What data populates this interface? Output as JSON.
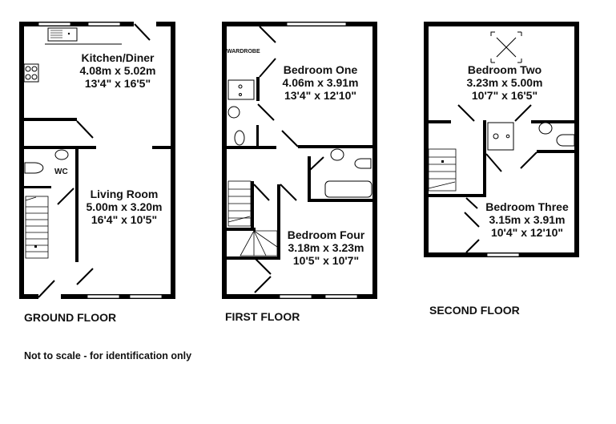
{
  "floors": [
    {
      "name": "GROUND FLOOR",
      "rooms": [
        {
          "name": "Kitchen/Diner",
          "metric": "4.08m x 5.02m",
          "imperial": "13'4\" x 16'5\""
        },
        {
          "name": "WC"
        },
        {
          "name": "Living Room",
          "metric": "5.00m x 3.20m",
          "imperial": "16'4\" x 10'5\""
        }
      ]
    },
    {
      "name": "FIRST FLOOR",
      "rooms": [
        {
          "name": "Bedroom One",
          "metric": "4.06m x 3.91m",
          "imperial": "13'4\" x 12'10\""
        },
        {
          "name": "WARDROBE"
        },
        {
          "name": "Bedroom Four",
          "metric": "3.18m x 3.23m",
          "imperial": "10'5\" x 10'7\""
        }
      ]
    },
    {
      "name": "SECOND FLOOR",
      "rooms": [
        {
          "name": "Bedroom Two",
          "metric": "3.23m x 5.00m",
          "imperial": "10'7\" x 16'5\""
        },
        {
          "name": "Bedroom Three",
          "metric": "3.15m x 3.91m",
          "imperial": "10'4\" x 12'10\""
        }
      ]
    }
  ],
  "disclaimer": "Not to scale - for identification only"
}
